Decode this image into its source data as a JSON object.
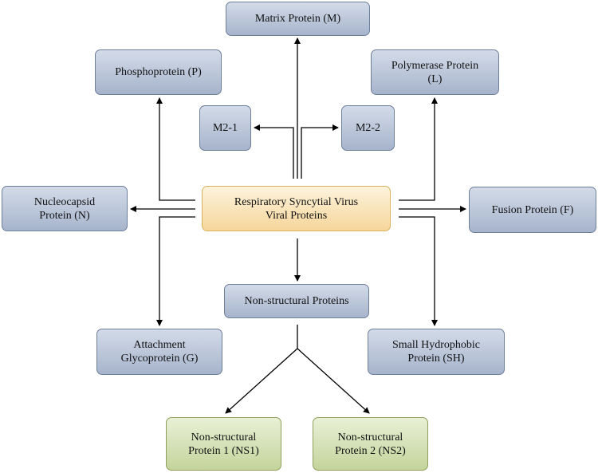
{
  "nodes": {
    "matrix": "Matrix Protein (M)",
    "phospho": "Phosphoprotein (P)",
    "polymerase": "Polymerase Protein\n(L)",
    "m21": "M2-1",
    "m22": "M2-2",
    "center": "Respiratory Syncytial Virus\nViral Proteins",
    "nucleo": "Nucleocapsid\nProtein (N)",
    "fusion": "Fusion Protein (F)",
    "nonstruct": "Non-structural Proteins",
    "attach": "Attachment\nGlycoprotein (G)",
    "sh": "Small Hydrophobic\nProtein (SH)",
    "ns1": "Non-structural\nProtein 1 (NS1)",
    "ns2": "Non-structural\nProtein 2 (NS2)"
  }
}
